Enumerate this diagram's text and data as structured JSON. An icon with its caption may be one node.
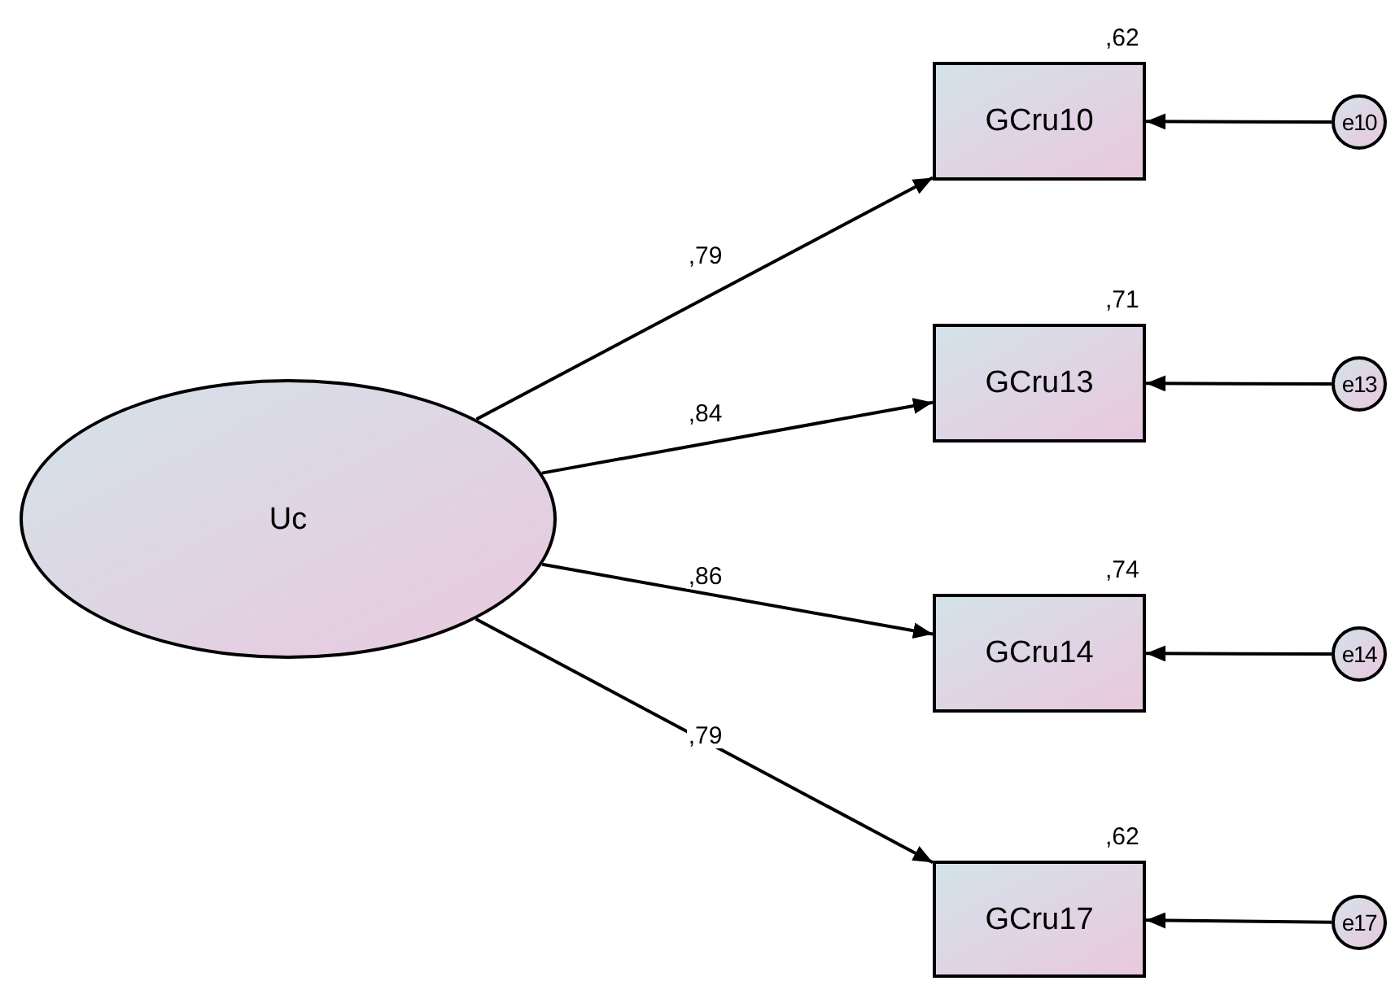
{
  "diagram": {
    "nodes": [
      {
        "text": [
          "Uc"
        ]
      },
      {
        "text": [
          "GCru10"
        ],
        "beside": [
          ",62"
        ]
      },
      {
        "text": [
          "GCru13"
        ],
        "beside": [
          ",71"
        ]
      },
      {
        "text": [
          "GCru14"
        ],
        "beside": [
          ",74"
        ]
      },
      {
        "text": [
          "GCru17"
        ],
        "beside": [
          ",62"
        ]
      },
      {
        "text": [
          "e10"
        ]
      },
      {
        "text": [
          "e13"
        ]
      },
      {
        "text": [
          "e14"
        ]
      },
      {
        "text": [
          "e17"
        ]
      }
    ],
    "edges": [
      {
        "from": 0,
        "to": 1,
        "arrow": "to",
        "label": ",79"
      },
      {
        "from": 0,
        "to": 2,
        "arrow": "to",
        "label": ",84"
      },
      {
        "from": 0,
        "to": 3,
        "arrow": "to",
        "label": ",86"
      },
      {
        "from": 0,
        "to": 4,
        "arrow": "to",
        "label": ",79"
      },
      {
        "from": 5,
        "to": 1,
        "arrow": "to"
      },
      {
        "from": 6,
        "to": 2,
        "arrow": "to"
      },
      {
        "from": 7,
        "to": 3,
        "arrow": "to"
      },
      {
        "from": 8,
        "to": 4,
        "arrow": "to"
      }
    ]
  }
}
